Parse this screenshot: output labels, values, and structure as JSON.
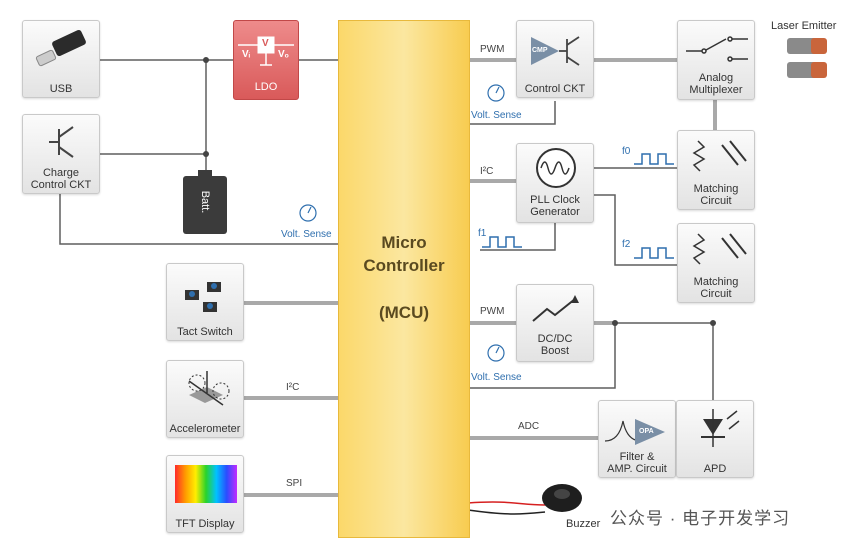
{
  "mcu": {
    "line1": "Micro",
    "line2": "Controller",
    "line3": "(MCU)"
  },
  "blocks": {
    "usb": "USB",
    "charge": "Charge\nControl CKT",
    "battery": "Batt.",
    "ldo": "LDO",
    "ldo_vin": "Vᵢ",
    "ldo_v": "V",
    "ldo_vout": "Vₒ",
    "tact": "Tact Switch",
    "accel": "Accelerometer",
    "tft": "TFT  Display",
    "control": "Control CKT",
    "pll": "PLL Clock\nGenerator",
    "dcdc": "DC/DC\nBoost",
    "filter": "Filter &\nAMP. Circuit",
    "apd": "APD",
    "analog": "Analog\nMultiplexer",
    "match1": "Matching\nCircuit",
    "match2": "Matching\nCircuit",
    "cmp": "CMP",
    "opa": "OPA"
  },
  "signals": {
    "pwm1": "PWM",
    "pwm2": "PWM",
    "i2c_pll": "I²C",
    "i2c_accel": "I²C",
    "spi": "SPI",
    "adc": "ADC",
    "f0": "f0",
    "f1": "f1",
    "f2": "f2",
    "volt1": "Volt. Sense",
    "volt2": "Volt. Sense",
    "volt3": "Volt. Sense"
  },
  "laser_emitter": "Laser Emitter",
  "buzzer": "Buzzer",
  "watermark": "公众号 · 电子开发学习",
  "colors": {
    "wire": "#5f5f5f",
    "bus": "#a9a9a9",
    "mcu": "#fbd86a",
    "ldo": "#e57373",
    "sense": "#2f6fae",
    "laser": "#c9653b"
  }
}
